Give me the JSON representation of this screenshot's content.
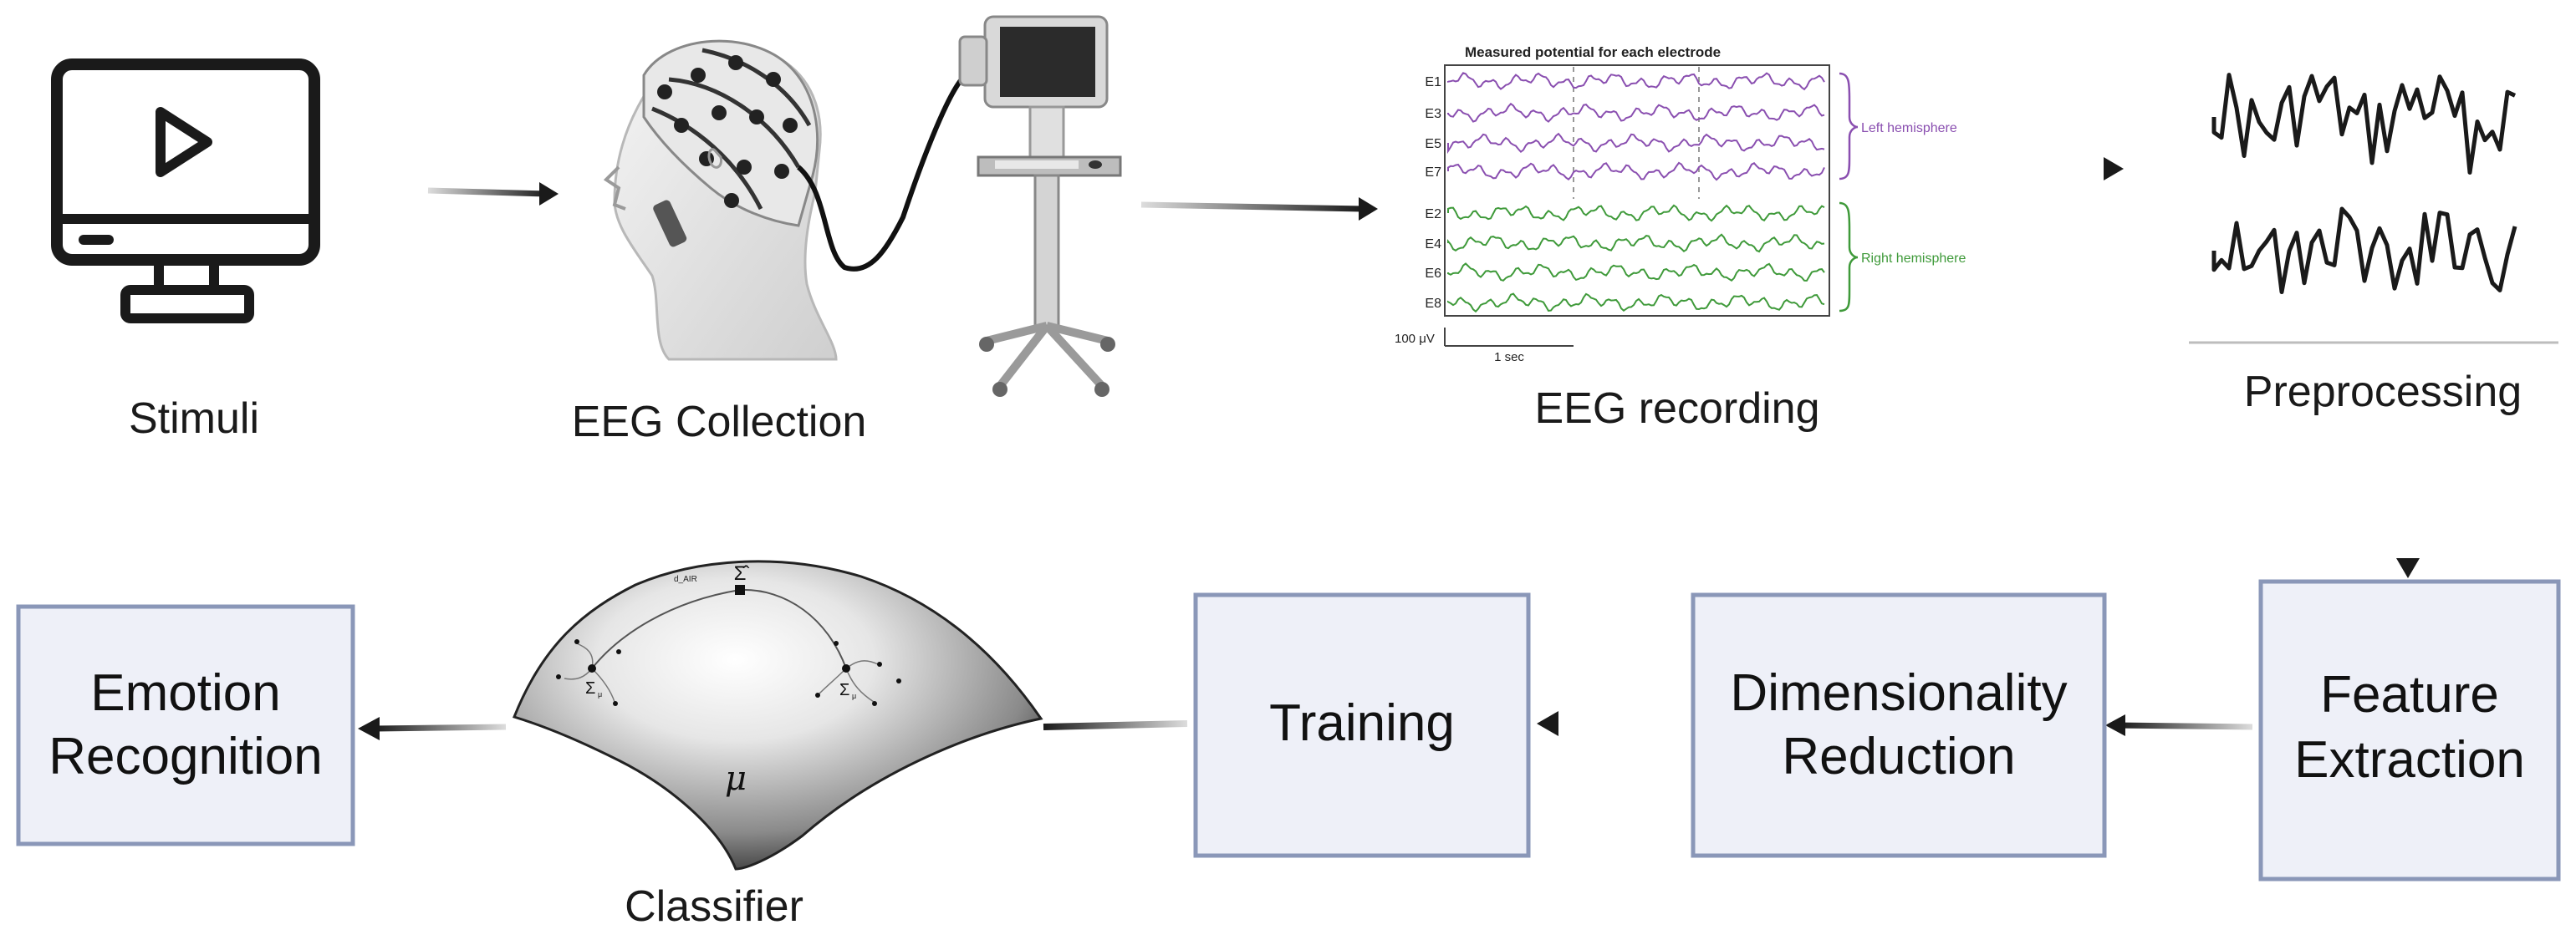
{
  "stages": {
    "stimuli": "Stimuli",
    "eeg_collection": "EEG Collection",
    "eeg_recording": "EEG recording",
    "preprocessing": "Preprocessing",
    "classifier": "Classifier"
  },
  "boxes": {
    "feature_extraction": [
      "Feature",
      "Extraction"
    ],
    "dimensionality_reduction": [
      "Dimensionality",
      "Reduction"
    ],
    "training": "Training",
    "emotion_recognition": [
      "Emotion",
      "Recognition"
    ]
  },
  "eeg_chart": {
    "title": "Measured potential for each electrode",
    "left_channels": [
      "E1",
      "E3",
      "E5",
      "E7"
    ],
    "right_channels": [
      "E2",
      "E4",
      "E6",
      "E8"
    ],
    "left_label": "Left hemisphere",
    "right_label": "Right hemisphere",
    "scale_amplitude": "100 μV",
    "scale_time": "1 sec",
    "colors": {
      "left": "#8a4fb0",
      "right": "#3f9a3a"
    }
  },
  "manifold": {
    "mu": "μ",
    "sigma_hat": "Σ̂",
    "sigma_left": "Σ",
    "sigma_right": "Σ",
    "sub": "μ",
    "geodesic": "d_AIR"
  },
  "colors": {
    "box_fill": "#eef0f8",
    "box_border": "#8a97b8",
    "arrow": "#1a1a1a"
  },
  "icons": [
    "monitor-play-icon",
    "eeg-cap-head-icon",
    "eeg-monitor-cart-icon",
    "preprocessed-signal-icon",
    "riemannian-manifold-icon"
  ]
}
